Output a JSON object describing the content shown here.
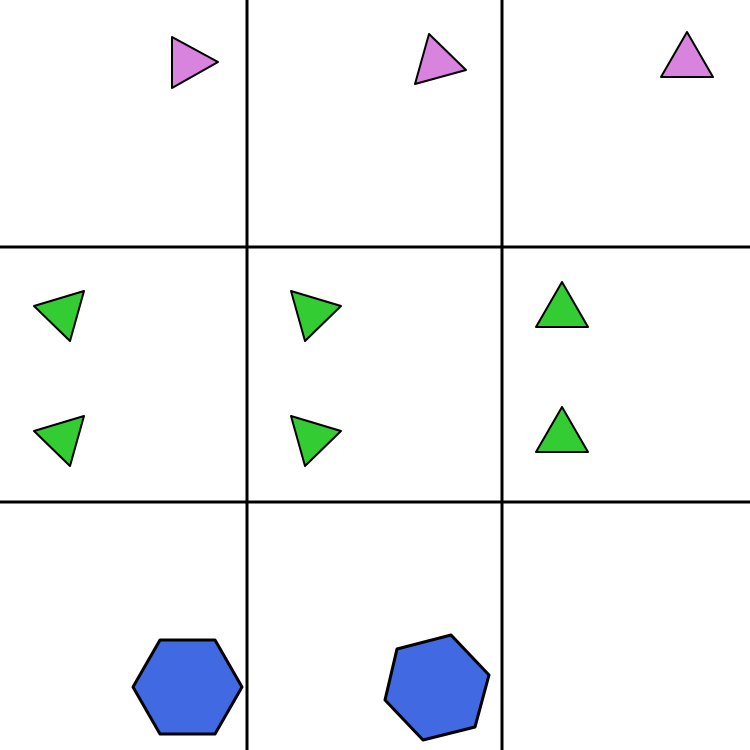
{
  "colors": {
    "background": "#ffffff",
    "grid": "#000000",
    "pink": "#d883dd",
    "green": "#33cc33",
    "blue": "#4169e1"
  },
  "cells": [
    {
      "row": 0,
      "col": 0,
      "shapes": [
        {
          "type": "triangle",
          "color": "pink",
          "orientation": "right"
        }
      ]
    },
    {
      "row": 0,
      "col": 1,
      "shapes": [
        {
          "type": "triangle",
          "color": "pink",
          "orientation": "right-rotated"
        }
      ]
    },
    {
      "row": 0,
      "col": 2,
      "shapes": [
        {
          "type": "triangle",
          "color": "pink",
          "orientation": "up"
        }
      ]
    },
    {
      "row": 1,
      "col": 0,
      "shapes": [
        {
          "type": "triangle",
          "color": "green",
          "orientation": "left"
        },
        {
          "type": "triangle",
          "color": "green",
          "orientation": "left"
        }
      ]
    },
    {
      "row": 1,
      "col": 1,
      "shapes": [
        {
          "type": "triangle",
          "color": "green",
          "orientation": "right"
        },
        {
          "type": "triangle",
          "color": "green",
          "orientation": "right"
        }
      ]
    },
    {
      "row": 1,
      "col": 2,
      "shapes": [
        {
          "type": "triangle",
          "color": "green",
          "orientation": "up"
        },
        {
          "type": "triangle",
          "color": "green",
          "orientation": "up"
        }
      ]
    },
    {
      "row": 2,
      "col": 0,
      "shapes": [
        {
          "type": "hexagon",
          "color": "blue",
          "orientation": "flat"
        }
      ]
    },
    {
      "row": 2,
      "col": 1,
      "shapes": [
        {
          "type": "hexagon",
          "color": "blue",
          "orientation": "rotated"
        }
      ]
    },
    {
      "row": 2,
      "col": 2,
      "shapes": []
    }
  ]
}
